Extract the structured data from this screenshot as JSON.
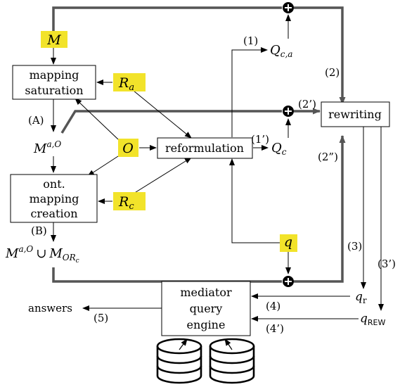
{
  "colors": {
    "highlight": "#f2e32a",
    "thick_line": "#555555",
    "stroke": "#000000"
  },
  "boxes": {
    "mapping_saturation": [
      "mapping",
      "saturation"
    ],
    "ont_mapping_creation": [
      "ont.",
      "mapping",
      "creation"
    ],
    "reformulation": "reformulation",
    "rewriting": "rewriting",
    "mediator": [
      "mediator",
      "query",
      "engine"
    ]
  },
  "highlighted_symbols": {
    "M": "M",
    "Ra": {
      "base": "R",
      "sub": "a"
    },
    "O": "O",
    "Rc": {
      "base": "R",
      "sub": "c"
    },
    "q": "q"
  },
  "nodes": {
    "Q_ca": {
      "base": "Q",
      "sub": "c,a"
    },
    "Q_c": {
      "base": "Q",
      "sub": "c"
    },
    "M_aO": {
      "base": "M",
      "sup": "a,O"
    },
    "union": {
      "base": "M",
      "sup": "a,O",
      "op": "∪",
      "base2": "M",
      "sub2": "OR",
      "subsub2": "c"
    },
    "q_r": {
      "base": "q",
      "sub": "r"
    },
    "q_rew": {
      "base": "q",
      "sub": "REW"
    },
    "answers": "answers"
  },
  "edge_labels": {
    "step_1": "(1)",
    "step_1p": "(1’)",
    "step_2": "(2)",
    "step_2p": "(2’)",
    "step_2pp": "(2”)",
    "step_3": "(3)",
    "step_3p": "(3’)",
    "step_4": "(4)",
    "step_4p": "(4’)",
    "step_5": "(5)",
    "step_A": "(A)",
    "step_B": "(B)"
  }
}
